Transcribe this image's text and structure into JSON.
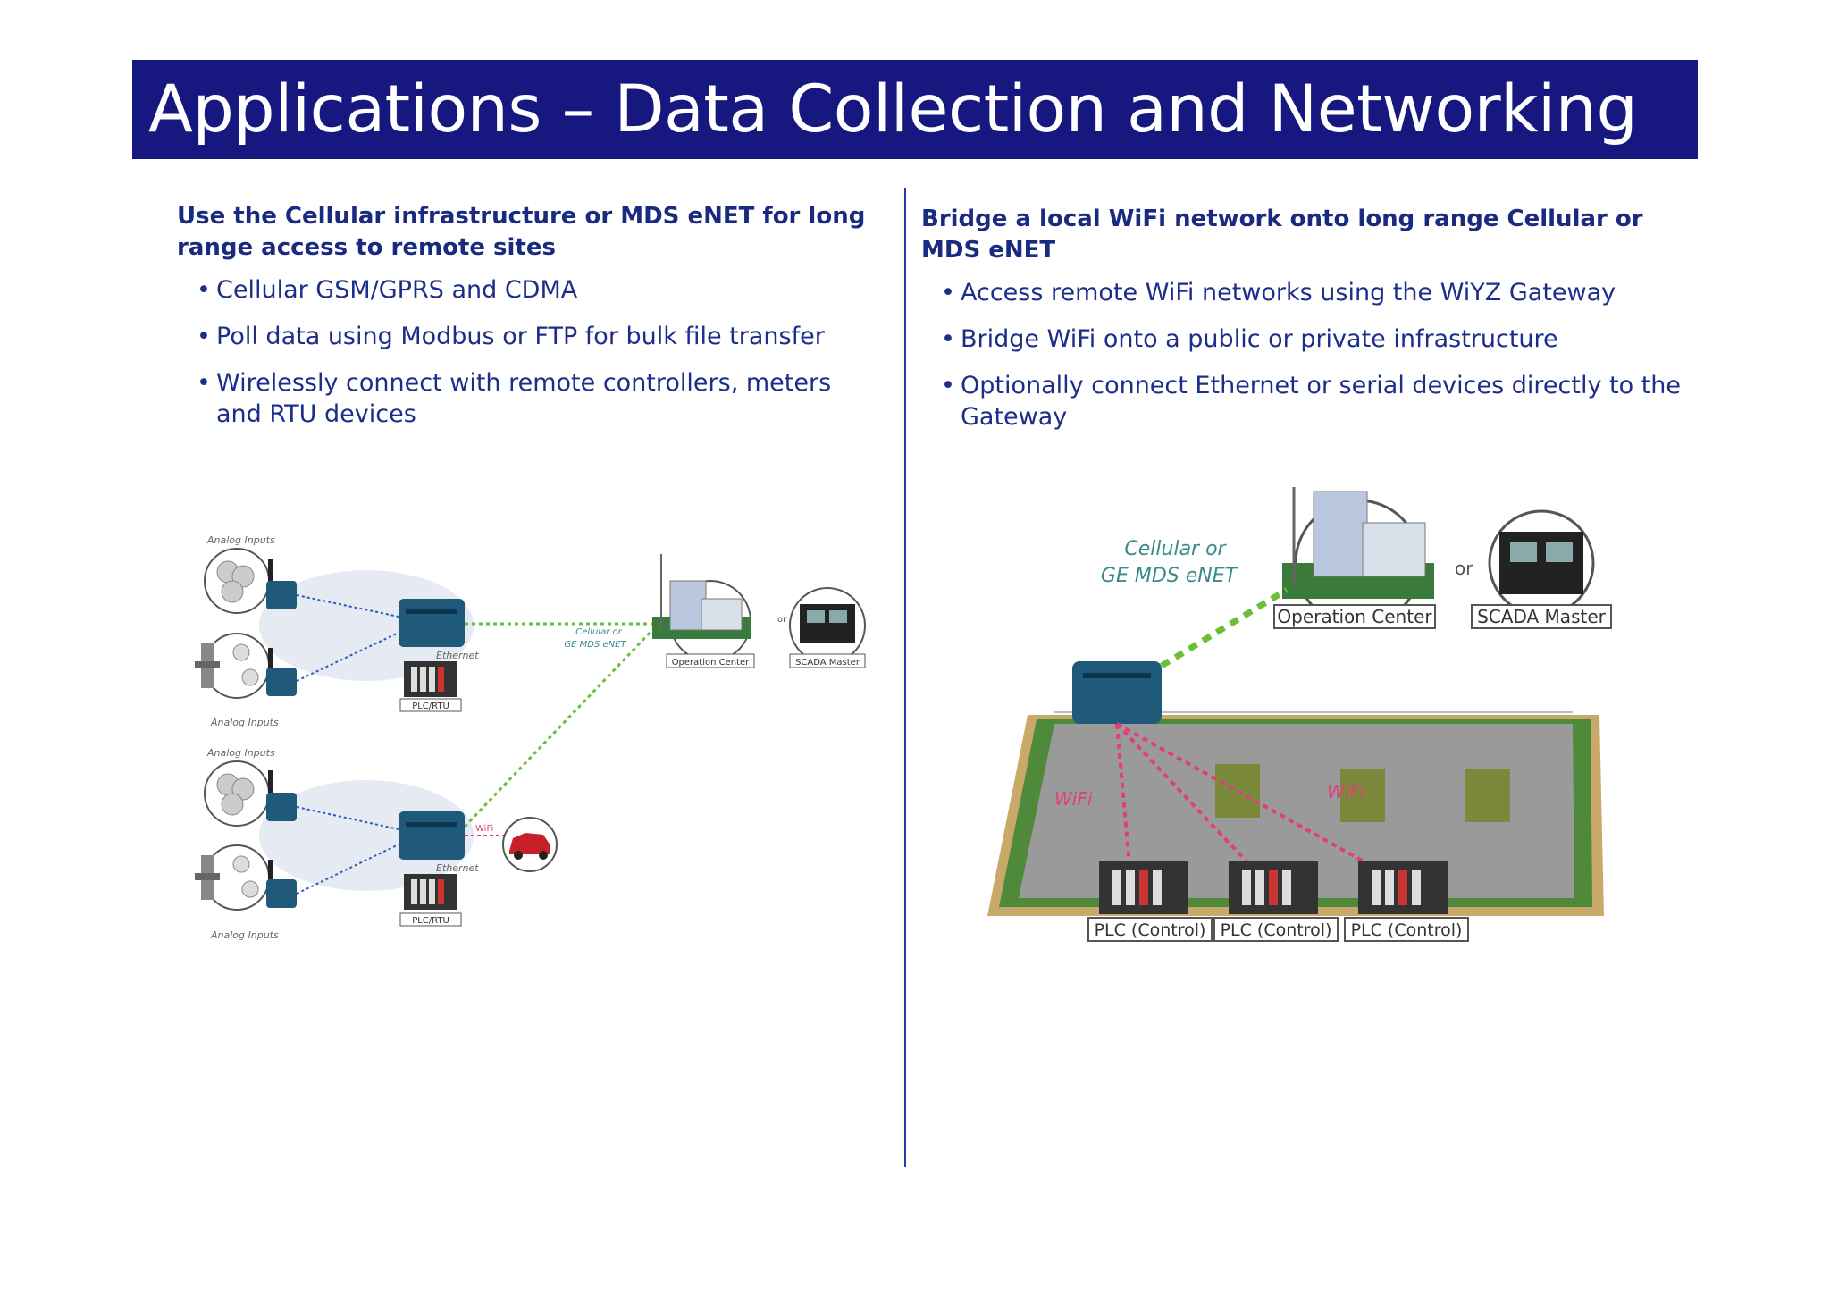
{
  "title": "Applications – Data Collection and Networking",
  "left": {
    "heading": "Use the Cellular infrastructure or MDS eNET for long range access to remote sites",
    "bullets": [
      "Cellular GSM/GPRS and CDMA",
      "Poll data using Modbus or FTP for bulk file transfer",
      "Wirelessly connect with remote controllers, meters and RTU devices"
    ],
    "diagram": {
      "analog_inputs": "Analog Inputs",
      "ethernet": "Ethernet",
      "plc_rtu": "PLC/RTU",
      "cellular_line1": "Cellular or",
      "cellular_line2": "GE MDS eNET",
      "operation_center": "Operation Center",
      "or": "or",
      "scada_master": "SCADA Master",
      "wifi": "WiFi"
    }
  },
  "right": {
    "heading": "Bridge a local WiFi network onto long range Cellular or MDS eNET",
    "bullets": [
      "Access remote WiFi networks using the WiYZ Gateway",
      "Bridge WiFi onto a public or private infrastructure",
      "Optionally connect Ethernet or serial devices directly to the Gateway"
    ],
    "diagram": {
      "cellular_line1": "Cellular or",
      "cellular_line2": "GE MDS eNET",
      "or": "or",
      "operation_center": "Operation Center",
      "scada_master": "SCADA Master",
      "wifi": "WiFi",
      "plc_control": "PLC (Control)"
    }
  },
  "colors": {
    "title_bar": "#161880",
    "text": "#1c2d8a",
    "cellular_link": "#6bbf3a",
    "wifi_link": "#e0407a",
    "gateway": "#1f5a7a"
  }
}
